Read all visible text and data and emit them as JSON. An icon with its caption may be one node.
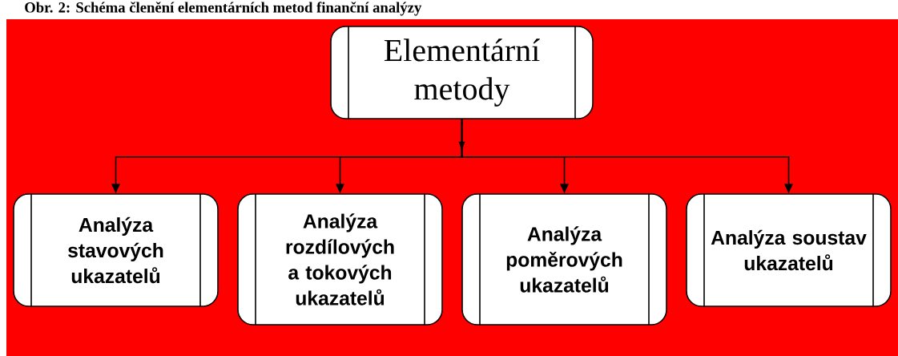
{
  "diagram": {
    "title": "Obr. 2: Schéma členění elementárních metod finanční analýzy",
    "nodes": [
      {
        "text": [
          "Elementární metody"
        ]
      },
      {
        "text": [
          "Analýza stavových ukazatelů"
        ]
      },
      {
        "text": [
          "Analýza rozdílových a tokových ukazatelů"
        ]
      },
      {
        "text": [
          "Analýza poměrových ukazatelů"
        ]
      },
      {
        "text": [
          "Analýza soustav ukazatelů"
        ]
      }
    ],
    "edges": [
      {
        "from": 0,
        "to": 1,
        "arrow": "to"
      },
      {
        "from": 0,
        "to": 2,
        "arrow": "to"
      },
      {
        "from": 0,
        "to": 3,
        "arrow": "to"
      },
      {
        "from": 0,
        "to": 4,
        "arrow": "to"
      }
    ]
  }
}
